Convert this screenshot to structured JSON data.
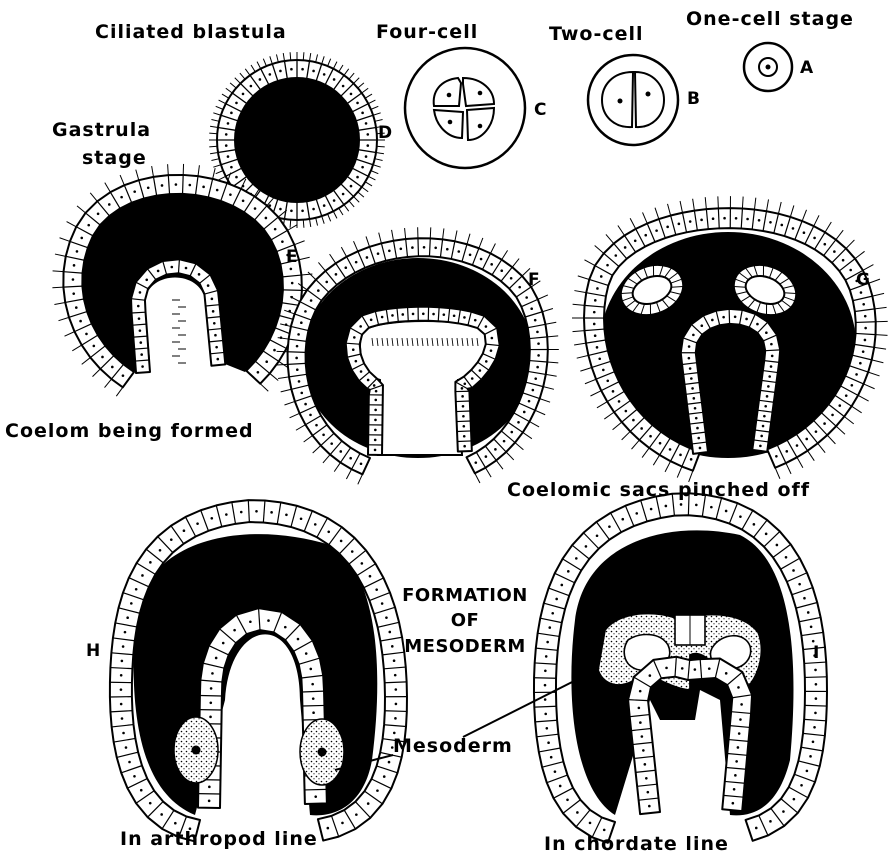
{
  "stages": {
    "one_cell": "One-cell stage",
    "two_cell": "Two-cell",
    "four_cell": "Four-cell",
    "blastula": "Ciliated blastula",
    "gastrula_line1": "Gastrula",
    "gastrula_line2": "stage",
    "coelom_formed": "Coelom being formed",
    "coelomic_sacs": "Coelomic sacs pinched off"
  },
  "letters": {
    "a": "A",
    "b": "B",
    "c": "C",
    "d": "D",
    "e": "E",
    "f": "F",
    "g": "G",
    "h": "H",
    "i": "I"
  },
  "center_title": {
    "line1": "FORMATION",
    "line2": "OF",
    "line3": "MESODERM"
  },
  "mesoderm_label": "Mesoderm",
  "captions": {
    "arthropod": "In arthropod line",
    "chordate": "In chordate line"
  }
}
